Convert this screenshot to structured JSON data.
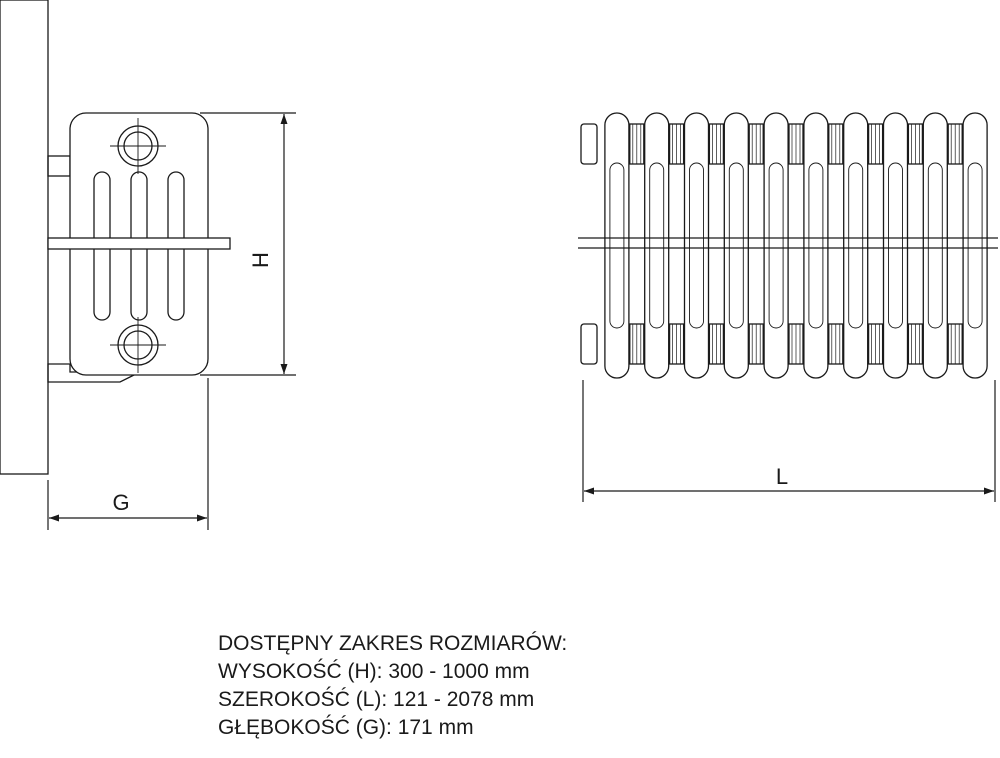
{
  "dimensions": {
    "height_label": "H",
    "depth_label": "G",
    "length_label": "L"
  },
  "specs": {
    "title": "DOSTĘPNY ZAKRES ROZMIARÓW:",
    "height": "WYSOKOŚĆ (H): 300 - 1000 mm",
    "length": "SZEROKOŚĆ (L): 121 - 2078 mm",
    "depth": "GŁĘBOKOŚĆ (G): 171 mm"
  },
  "front_view": {
    "column_count": 10
  },
  "colors": {
    "line": "#1a1a1a",
    "fill": "#ffffff"
  }
}
